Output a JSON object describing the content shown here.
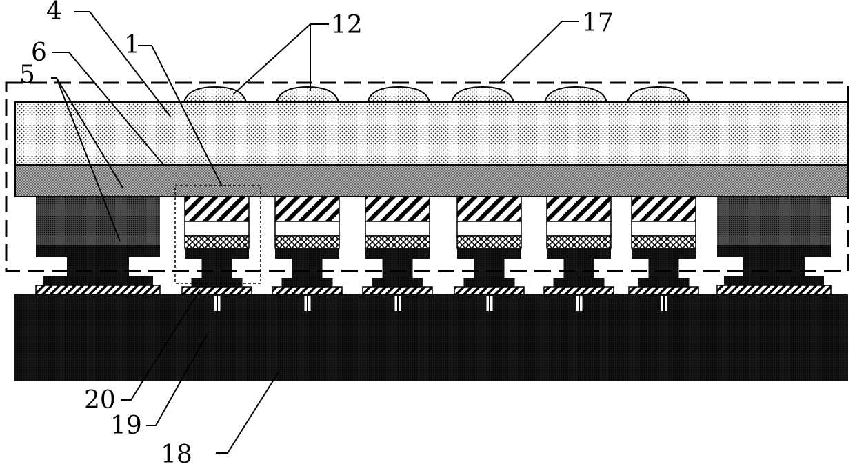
{
  "labels": {
    "l4": "4",
    "l6": "6",
    "l5": "5",
    "l1": "1",
    "l12": "12",
    "l17": "17",
    "l20": "20",
    "l19": "19",
    "l18": "18"
  },
  "structure": {
    "microlens_count": 6,
    "pixel_stack_count": 6,
    "edge_block_count": 2,
    "through_via_count": 6
  }
}
